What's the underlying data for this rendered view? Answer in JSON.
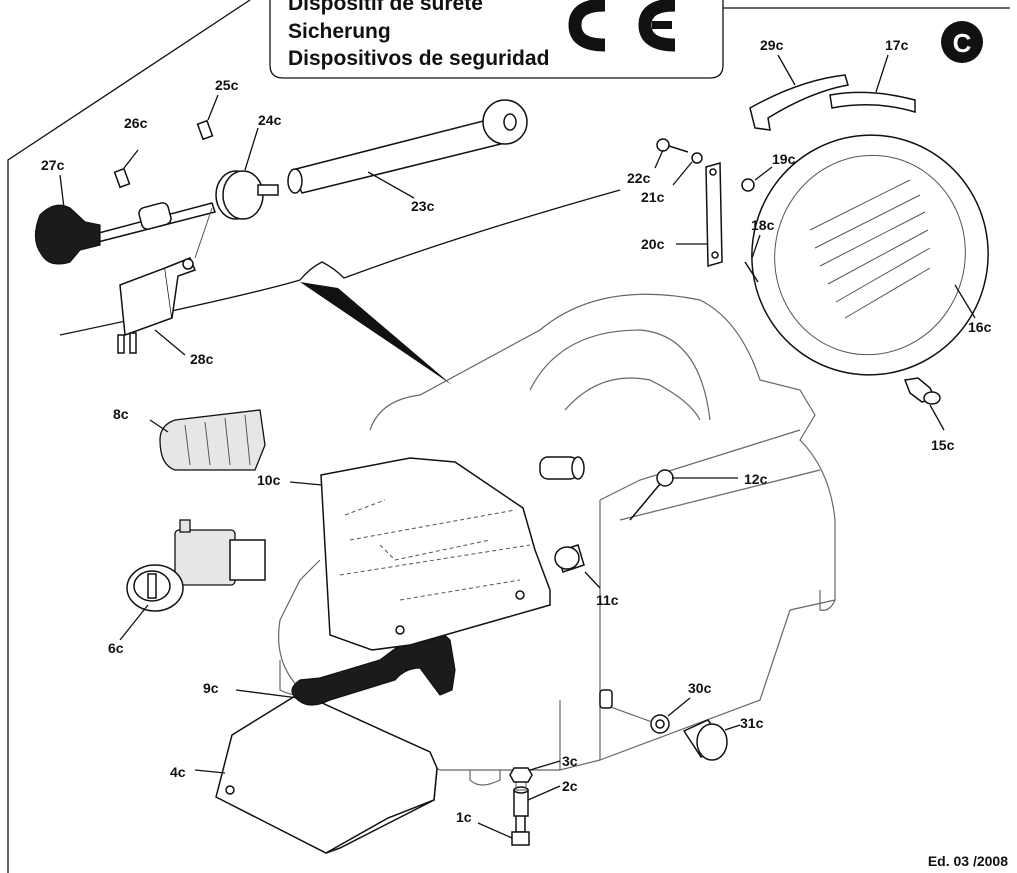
{
  "title_box": {
    "lines": [
      "Dispositif de sûreté",
      "Sicherung",
      "Dispositivos de seguridad"
    ],
    "ce_mark": "CE"
  },
  "section_badge": "C",
  "edition": "Ed. 03 /2008",
  "callouts": {
    "p1": "1c",
    "p2": "2c",
    "p3": "3c",
    "p4": "4c",
    "p6": "6c",
    "p8": "8c",
    "p9": "9c",
    "p10": "10c",
    "p11": "11c",
    "p12": "12c",
    "p15": "15c",
    "p16": "16c",
    "p17": "17c",
    "p18": "18c",
    "p19": "19c",
    "p20": "20c",
    "p21": "21c",
    "p22": "22c",
    "p23": "23c",
    "p24": "24c",
    "p25": "25c",
    "p26": "26c",
    "p27": "27c",
    "p28": "28c",
    "p29": "29c",
    "p30": "30c",
    "p31": "31c"
  }
}
